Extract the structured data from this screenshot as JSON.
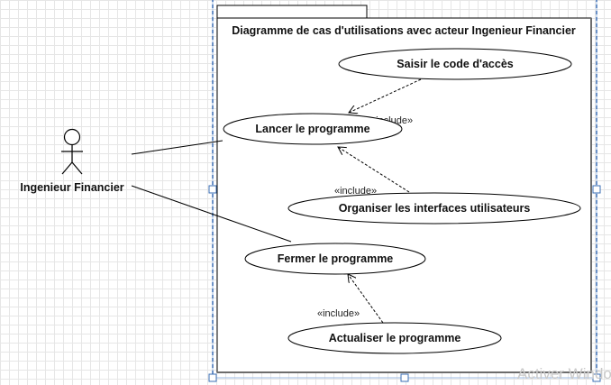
{
  "diagram": {
    "system_title": "Diagramme de cas d'utilisations avec acteur Ingenieur Financier",
    "actor": {
      "name": "Ingenieur Financier"
    },
    "use_cases": {
      "uc1": "Saisir le code d'accès",
      "uc2": "Lancer le programme",
      "uc3": "Organiser les interfaces utilisateurs",
      "uc4": "Fermer le programme",
      "uc5": "Actualiser le programme"
    },
    "include_label": "«include»"
  },
  "watermark": "Activer Windows",
  "colors": {
    "stroke": "#000000",
    "selection_handle": "#3b6fb6",
    "grid": "#e6e6e6"
  }
}
